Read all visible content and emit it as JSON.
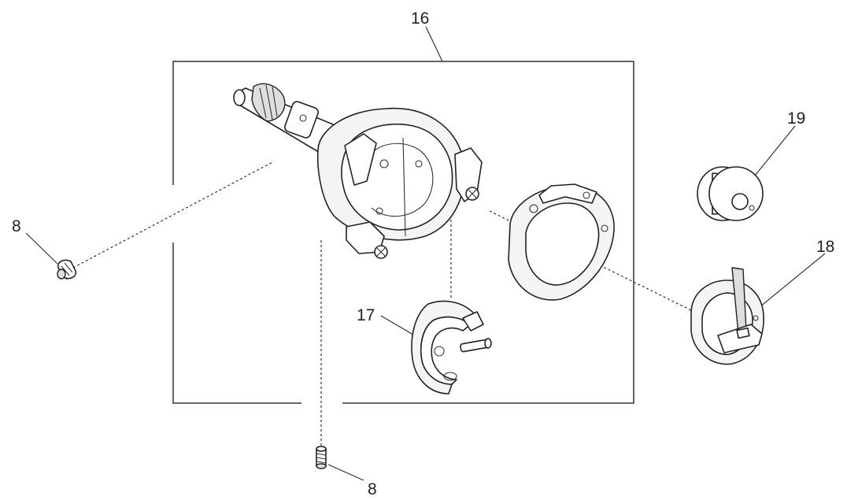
{
  "callouts": {
    "assembly": "16",
    "inner_rotary_hook": "17",
    "bobbin_case": "18",
    "bobbin": "19",
    "set_screw_left": "8",
    "set_screw_bottom": "8"
  },
  "colors": {
    "line": "#222222",
    "background": "#ffffff"
  }
}
